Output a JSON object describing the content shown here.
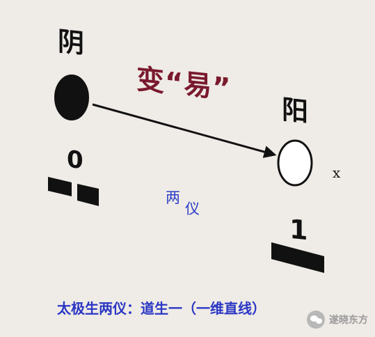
{
  "diagram": {
    "yin_label": "阴",
    "yang_label": "阳",
    "change_label": "变“易”",
    "zero_label": "0",
    "one_label": "1",
    "axis_label": "x",
    "liang_label": "两",
    "yi_label": "仪",
    "caption": "太极生两仪：道生一（一维直线）"
  },
  "watermark": {
    "text": "遂晓东方",
    "icon": "wechat-icon"
  },
  "colors": {
    "background": "#efebe6",
    "change_text": "#7a1a2e",
    "caption_text": "#2a36c4",
    "liang_yi_text": "#2d3ec9"
  }
}
